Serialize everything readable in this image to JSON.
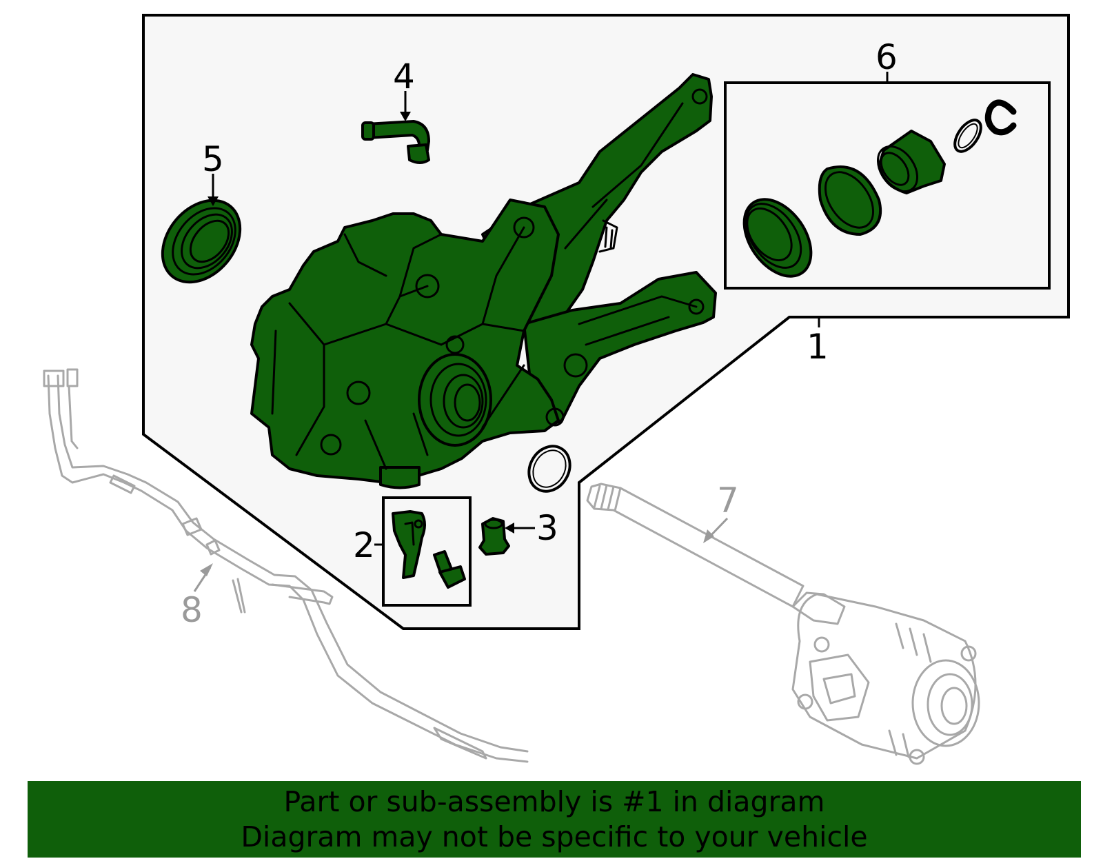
{
  "colors": {
    "part_green": "#0f5f0a",
    "panel_fill": "#f7f7f7",
    "ghost_gray": "#a8a8a8",
    "banner_green": "#0f5f0a"
  },
  "callouts": {
    "c1": "1",
    "c2": "2",
    "c3": "3",
    "c4": "4",
    "c5": "5",
    "c6": "6",
    "c7": "7",
    "c8": "8"
  },
  "banner": {
    "line1": "Part or sub-assembly is #1 in diagram",
    "line2": "Diagram may not be specific to your vehicle"
  }
}
